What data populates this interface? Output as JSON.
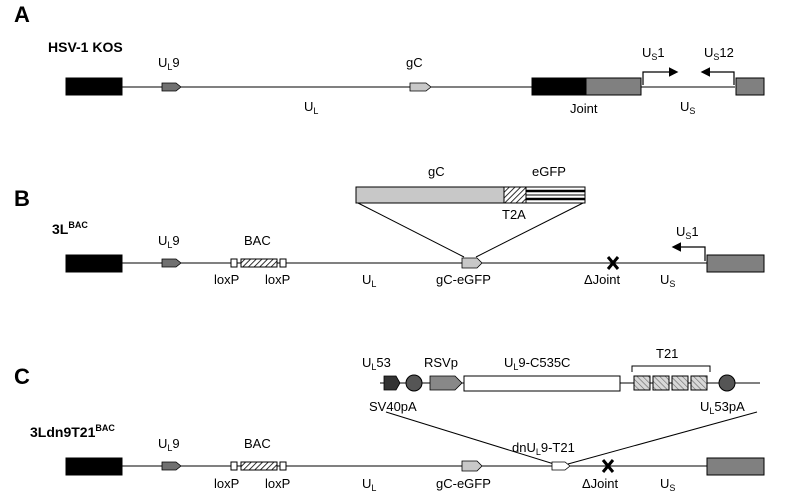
{
  "panels": [
    {
      "letter": "A",
      "strain": "HSV-1 KOS",
      "labels": {
        "ul9": {
          "main": "U",
          "sub": "L",
          "rest": "9"
        },
        "gc": "gC",
        "ul": {
          "main": "U",
          "sub": "L"
        },
        "joint": "Joint",
        "us1": {
          "main": "U",
          "sub": "S",
          "rest": "1"
        },
        "us12": {
          "main": "U",
          "sub": "S",
          "rest": "12"
        },
        "us": {
          "main": "U",
          "sub": "S"
        }
      }
    },
    {
      "letter": "B",
      "strain": {
        "main": "3L",
        "sup": "BAC"
      },
      "labels": {
        "ul9": {
          "main": "U",
          "sub": "L",
          "rest": "9"
        },
        "bac": "BAC",
        "loxp_left": "loxP",
        "loxp_right": "loxP",
        "ul": {
          "main": "U",
          "sub": "L"
        },
        "gc_egfp": "gC-eGFP",
        "delta_joint": "ΔJoint",
        "us1": {
          "main": "U",
          "sub": "S",
          "rest": "1"
        },
        "us": {
          "main": "U",
          "sub": "S"
        },
        "insert_gc": "gC",
        "insert_egfp": "eGFP",
        "insert_t2a": "T2A"
      }
    },
    {
      "letter": "C",
      "strain": {
        "main": "3Ldn9T21",
        "sup": "BAC"
      },
      "labels": {
        "ul9": {
          "main": "U",
          "sub": "L",
          "rest": "9"
        },
        "bac": "BAC",
        "loxp_left": "loxP",
        "loxp_right": "loxP",
        "ul": {
          "main": "U",
          "sub": "L"
        },
        "gc_egfp": "gC-eGFP",
        "dn_ul9_t21": {
          "pre": "dnU",
          "sub": "L",
          "rest": "9-T21"
        },
        "delta_joint": "ΔJoint",
        "us": {
          "main": "U",
          "sub": "S"
        },
        "ul53": {
          "main": "U",
          "sub": "L",
          "rest": "53"
        },
        "rsvp": "RSVp",
        "ul9_c535c": {
          "main": "U",
          "sub": "L",
          "rest": "9-C535C"
        },
        "t21": "T21",
        "sv40pa": "SV40pA",
        "ul53pa": {
          "main": "U",
          "sub": "L",
          "rest": "53pA"
        }
      }
    }
  ],
  "colors": {
    "black_box": "#000000",
    "gray_box": "#808080",
    "orf_fill": "#707070",
    "gc_fill": "#c8c8c8",
    "stroke": "#000000"
  }
}
